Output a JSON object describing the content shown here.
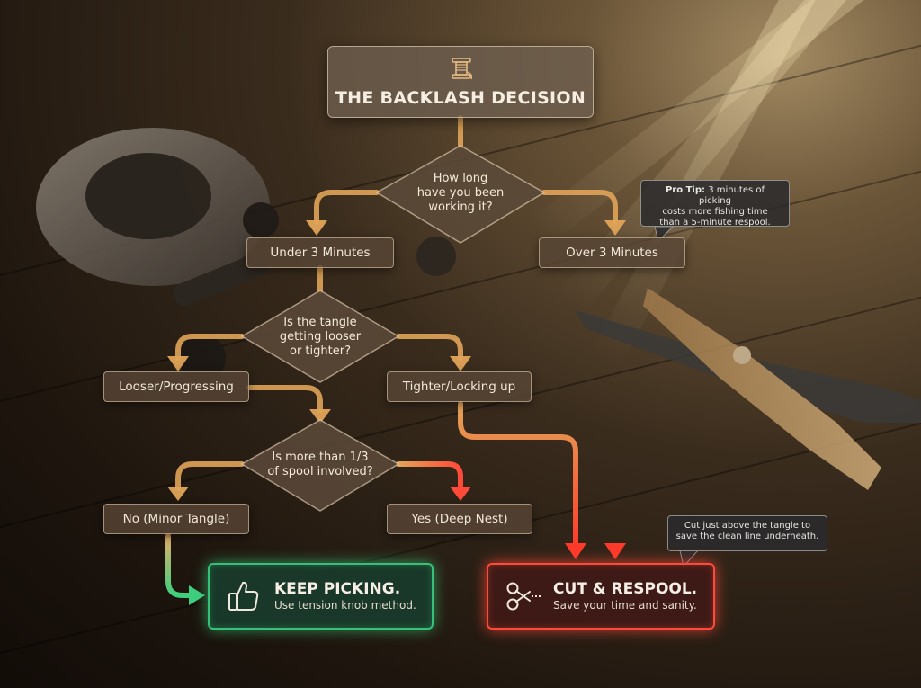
{
  "title": "THE BACKLASH DECISION",
  "icons": {
    "title": "spool-icon",
    "keep": "thumbs-up-icon",
    "cut": "scissors-icon"
  },
  "colors": {
    "green": "#37c077",
    "red": "#ff4a3a",
    "amber": "#e0a458"
  },
  "q1": {
    "line1": "How long",
    "line2": "have you been",
    "line3": "working it?"
  },
  "under3": "Under 3 Minutes",
  "over3": "Over 3 Minutes",
  "q2": {
    "line1": "Is the tangle",
    "line2": "getting looser",
    "line3": "or tighter?"
  },
  "looser": "Looser/Progressing",
  "tighter": "Tighter/Locking up",
  "q3": {
    "line1": "Is more than 1/3",
    "line2": "of spool involved?"
  },
  "no": "No (Minor Tangle)",
  "yes": "Yes (Deep Nest)",
  "keep": {
    "title": "KEEP PICKING.",
    "subtitle": "Use tension knob method."
  },
  "cut": {
    "title": "CUT & RESPOOL.",
    "subtitle": "Save your time and sanity."
  },
  "tip1": {
    "label": "Pro Tip:",
    "line1": "3 minutes of picking",
    "line2": "costs more fishing time",
    "line3": "than a 5-minute respool."
  },
  "tip2": {
    "line1": "Cut just above the tangle to",
    "line2": "save the clean line underneath."
  }
}
